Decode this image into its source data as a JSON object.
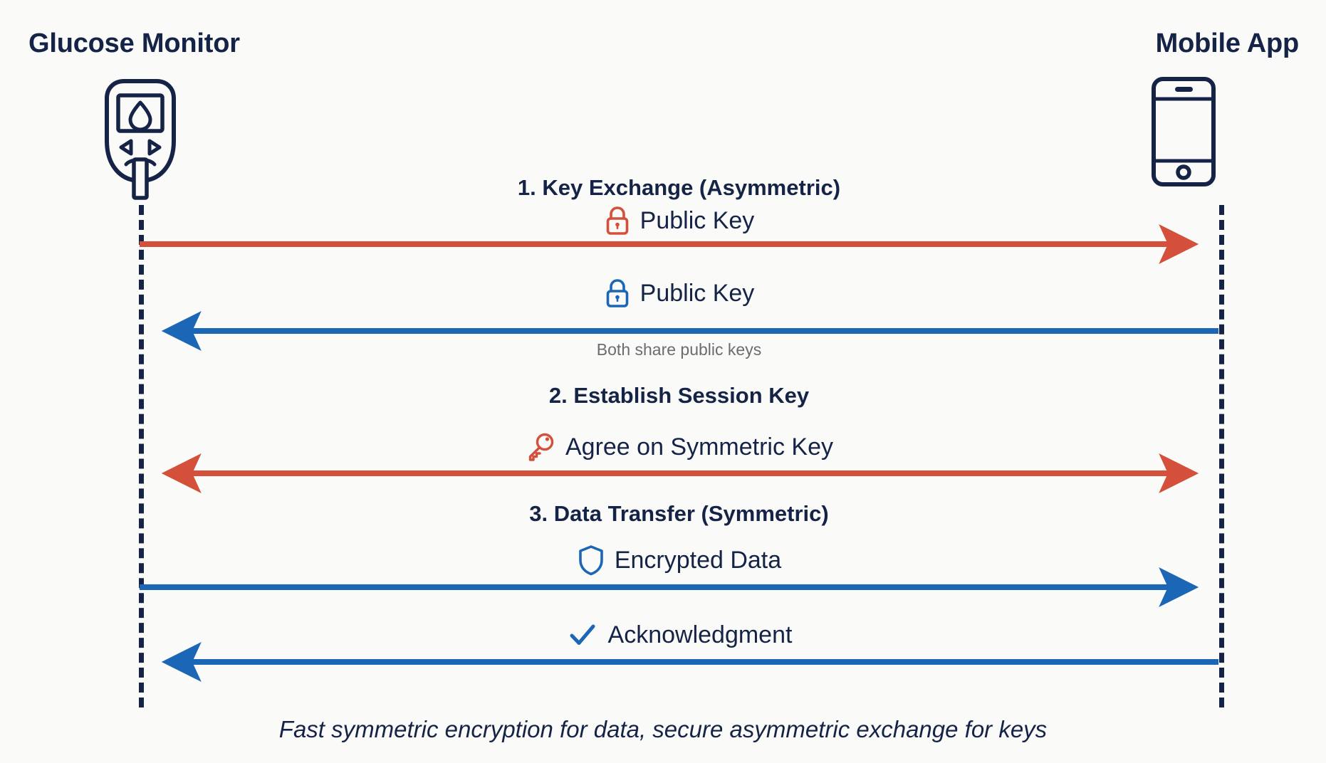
{
  "diagram": {
    "background_color": "#fafaf9",
    "navy": "#152347",
    "orange": "#D4503A",
    "blue": "#1B66B5",
    "gray": "#6c6c70",
    "footer_caption": "Fast symmetric encryption for data, secure asymmetric exchange for keys"
  },
  "actors": [
    {
      "id": "glucose-monitor",
      "label": "Glucose Monitor",
      "icon": "glucose-meter-icon"
    },
    {
      "id": "mobile-app",
      "label": "Mobile App",
      "icon": "smartphone-icon"
    }
  ],
  "sections": [
    {
      "id": "key-exchange",
      "heading": "1. Key Exchange (Asymmetric)",
      "messages": [
        {
          "id": "public-key-out",
          "label": "Public Key",
          "icon": "lock-icon",
          "icon_color": "#D4503A",
          "direction": "right",
          "line_color": "#D4503A",
          "note": ""
        },
        {
          "id": "public-key-in",
          "label": "Public Key",
          "icon": "lock-icon",
          "icon_color": "#1B66B5",
          "direction": "left",
          "line_color": "#1B66B5",
          "note": "Both share public keys"
        }
      ]
    },
    {
      "id": "session-key",
      "heading": "2. Establish Session Key",
      "messages": [
        {
          "id": "agree-symmetric-key",
          "label": "Agree on Symmetric Key",
          "icon": "key-icon",
          "icon_color": "#D4503A",
          "direction": "both",
          "line_color": "#D4503A",
          "note": ""
        }
      ]
    },
    {
      "id": "data-transfer",
      "heading": "3. Data Transfer (Symmetric)",
      "messages": [
        {
          "id": "encrypted-data",
          "label": "Encrypted Data",
          "icon": "shield-icon",
          "icon_color": "#1B66B5",
          "direction": "right",
          "line_color": "#1B66B5",
          "note": ""
        },
        {
          "id": "acknowledgment",
          "label": "Acknowledgment",
          "icon": "checkmark-icon",
          "icon_color": "#1B66B5",
          "direction": "left",
          "line_color": "#1B66B5",
          "note": ""
        }
      ]
    }
  ]
}
